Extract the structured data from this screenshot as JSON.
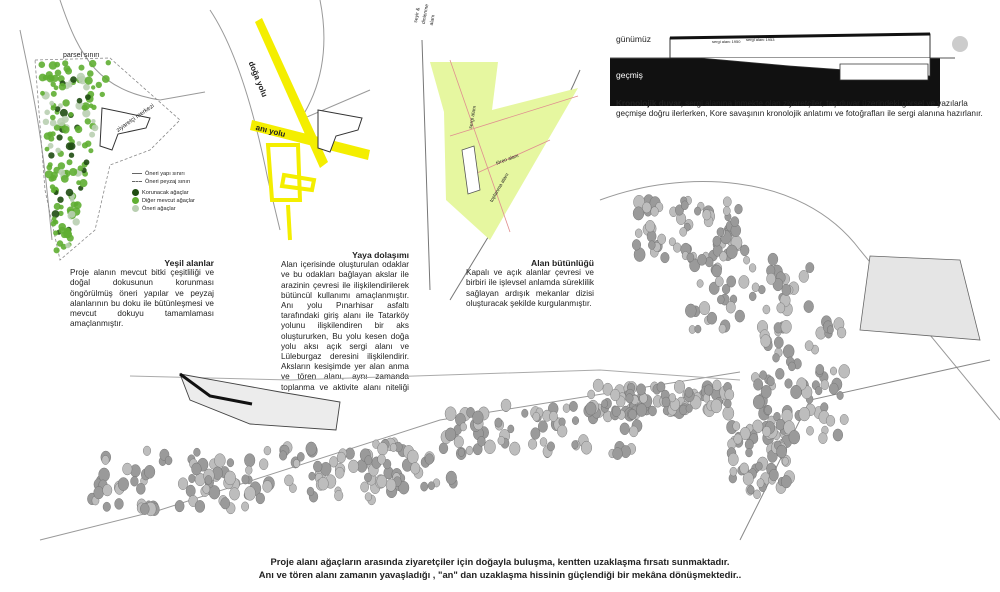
{
  "panel_green": {
    "label_parcel": "parsel sınırı",
    "label_center": "ziyaretçi merkezi",
    "legend": {
      "building_limit": "Öneri yapı sınırı",
      "landscape_limit": "Öneri peyzaj sınırı",
      "protected_trees": "Korunacak ağaçlar",
      "other_trees": "Diğer mevcut ağaçlar",
      "proposed_trees": "Öneri ağaçlar"
    },
    "colors": {
      "protected": "#1f4d12",
      "other": "#5fae32",
      "proposed": "#b9cfb1"
    },
    "title": "Yeşil alanlar",
    "text": "Proje alanın mevcut bitki çeşitliliği ve doğal dokusunun korunması öngörülmüş öneri yapılar ve peyzaj alanlarının bu doku ile bütünleşmesi ve mevcut dokuyu tamamlaması amaçlanmıştır."
  },
  "panel_walk": {
    "label_nature_path": "doğa yolu",
    "label_memory_path": "anı yolu",
    "color": "#f4ee00",
    "title": "Yaya dolaşımı",
    "text": "Alan içerisinde oluşturulan odaklar ve bu odakları bağlayan akslar ile arazinin çevresi ile ilişkilendirilerek bütüncül kullanımı amaçlanmıştır. Anı yolu Pınarhisar asfaltı tarafındaki giriş alanı ile Tatarköy yolunu ilişkilendiren bir aks oluştururken, Bu yolu kesen doğa yolu aksı açık sergi alanı ve Lüleburgaz deresini ilişkilendirir. Aksların kesişimde yer alan anma ve tören alanı, aynı zamanda toplanma ve aktivite alanı niteliği taşır."
  },
  "panel_whole": {
    "label_route": "seyir & dinlenme alanı",
    "label_exhibit": "sergi alanı",
    "label_ceremony": "tören alanı",
    "label_gathering": "toplanma alanı",
    "color": "#e6f7a0",
    "title": "Alan bütünlüğü",
    "text": "Kapalı ve açık alanlar çevresi ve birbiri ile işlevsel anlamda süreklilik sağlayan ardışık mekanlar dizisi oluşturacak şekilde kurgulanmıştır."
  },
  "section": {
    "label_today": "günümüz",
    "label_past": "geçmiş",
    "label_inner_1": "sergi alanı 1950",
    "label_inner_2": "sergi alanı 1953",
    "title": "Kronolojik duvar,",
    "text": "sergi alanına inmekte olan ziyaretçiler, taş duvar üzerindeki görsel ve yazılarla geçmişe doğru ilerlerken, Kore savaşının kronolojik anlatımı ve fotoğrafları ile sergi alanına hazırlanır."
  },
  "bottom_caption": {
    "line1": "Proje alanı ağaçların arasında ziyaretçiler için doğayla buluşma, kentten uzaklaşma fırsatı sunmaktadır.",
    "line2": "Anı ve tören alanı zamanın yavaşladığı , \"an\" dan uzaklaşma hissinin güçlendiği bir mekâna dönüşmektedir.."
  }
}
